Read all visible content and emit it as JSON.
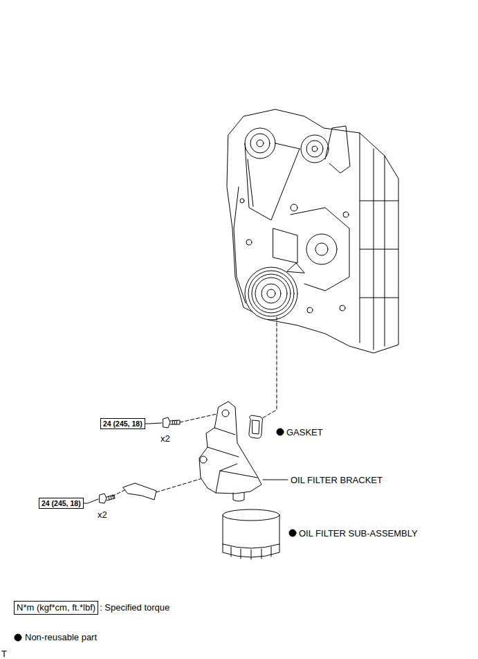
{
  "diagram": {
    "nodes": [
      {
        "text": [
          "24 (245, 18)"
        ]
      },
      {
        "text": [
          "24 (245, 18)"
        ]
      },
      {
        "text": [
          "N*m (kgf*cm, ft.*lbf)"
        ]
      }
    ],
    "labels": [
      "x2",
      "x2",
      "GASKET",
      "OIL FILTER BRACKET",
      "OIL FILTER SUB-ASSEMBLY",
      "T"
    ],
    "legend": [
      {
        "text": ": Specified torque"
      },
      {
        "text": "Non-reusable part"
      }
    ]
  }
}
